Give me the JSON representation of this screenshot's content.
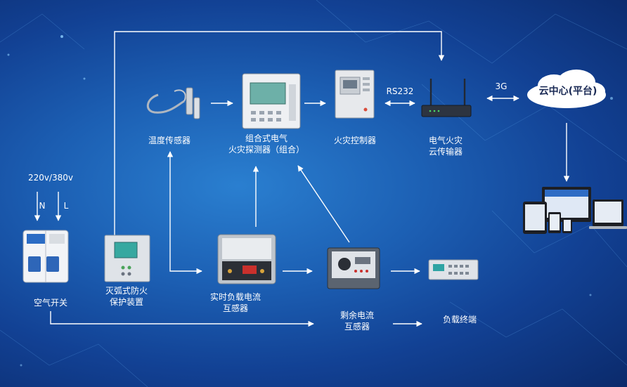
{
  "nodes": {
    "power_supply": "220v/380v",
    "neutral": "N",
    "line": "L",
    "air_switch": "空气开关",
    "arc_protection": [
      "灭弧式防火",
      "保护装置"
    ],
    "temp_sensor": "温度传感器",
    "combined_detector": [
      "组合式电气",
      "火灾探测器（组合）"
    ],
    "fire_controller": "火灾控制器",
    "transmitter": [
      "电气火灾",
      "云传输器"
    ],
    "cloud_center": "云中心(平台)",
    "realtime_ct": [
      "实时负载电流",
      "互感器"
    ],
    "residual_ct": [
      "剩余电流",
      "互感器"
    ],
    "load_terminal": "负载终端"
  },
  "links": {
    "rs232": "RS232",
    "g3": "3G"
  },
  "colors": {
    "background": "#1c5fb3",
    "arrow": "#ffffff",
    "cloud": "#ffffff"
  }
}
